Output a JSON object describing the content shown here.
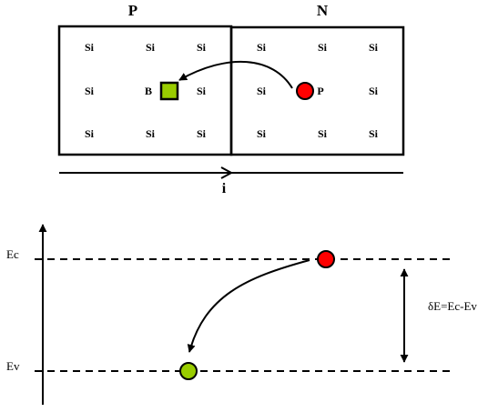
{
  "lattice": {
    "p_region_label": "P",
    "n_region_label": "N",
    "rows": [
      [
        "Si",
        "Si",
        "Si",
        "Si",
        "Si",
        "Si"
      ],
      [
        "Si",
        "B",
        "Si",
        "Si",
        "P",
        "Si"
      ],
      [
        "Si",
        "Si",
        "Si",
        "Si",
        "Si",
        "Si"
      ]
    ],
    "current_label": "i"
  },
  "band_diagram": {
    "conduction_label": "Ec",
    "valence_label": "Ev",
    "gap_label": "δE=Ec-Ev"
  },
  "colors": {
    "electron": "#ff0000",
    "hole": "#99cc00",
    "acceptor_square": "#99cc00",
    "line": "#000000"
  },
  "icons": {
    "acceptor": "green-square",
    "donor": "red-circle"
  }
}
